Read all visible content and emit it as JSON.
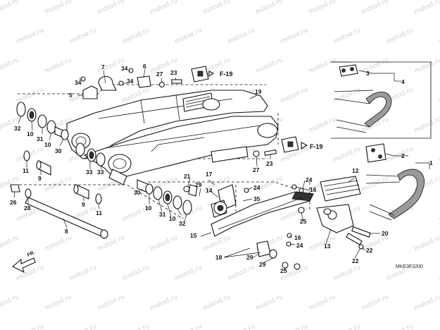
{
  "diagram_code": "MKE3F3200",
  "direction_label": "FR.",
  "watermark_text": "motod.ru",
  "section_refs": [
    "F-19",
    "F-19"
  ],
  "callouts": [
    {
      "id": "c34a",
      "text": "34"
    },
    {
      "id": "c7",
      "text": "7"
    },
    {
      "id": "c34b",
      "text": "34"
    },
    {
      "id": "c6",
      "text": "6"
    },
    {
      "id": "c34c",
      "text": "34"
    },
    {
      "id": "c27a",
      "text": "27"
    },
    {
      "id": "c23a",
      "text": "23"
    },
    {
      "id": "c5",
      "text": "5"
    },
    {
      "id": "c19",
      "text": "19"
    },
    {
      "id": "c3",
      "text": "3"
    },
    {
      "id": "c4",
      "text": "4"
    },
    {
      "id": "c32a",
      "text": "32"
    },
    {
      "id": "c10a",
      "text": "10"
    },
    {
      "id": "c31a",
      "text": "31"
    },
    {
      "id": "c10b",
      "text": "10"
    },
    {
      "id": "c30a",
      "text": "30"
    },
    {
      "id": "c11a",
      "text": "11"
    },
    {
      "id": "c9a",
      "text": "9"
    },
    {
      "id": "c33a",
      "text": "33"
    },
    {
      "id": "c33b",
      "text": "33"
    },
    {
      "id": "c27b",
      "text": "27"
    },
    {
      "id": "c23b",
      "text": "23"
    },
    {
      "id": "c2",
      "text": "2"
    },
    {
      "id": "c1",
      "text": "1"
    },
    {
      "id": "c26",
      "text": "26"
    },
    {
      "id": "c28",
      "text": "28"
    },
    {
      "id": "c9b",
      "text": "9"
    },
    {
      "id": "c11b",
      "text": "11"
    },
    {
      "id": "c8",
      "text": "8"
    },
    {
      "id": "c30b",
      "text": "30"
    },
    {
      "id": "c10c",
      "text": "10"
    },
    {
      "id": "c31b",
      "text": "31"
    },
    {
      "id": "c10d",
      "text": "10"
    },
    {
      "id": "c32b",
      "text": "32"
    },
    {
      "id": "c21",
      "text": "21"
    },
    {
      "id": "c29a",
      "text": "29"
    },
    {
      "id": "c17",
      "text": "17"
    },
    {
      "id": "c14",
      "text": "14"
    },
    {
      "id": "c24a",
      "text": "24"
    },
    {
      "id": "c35",
      "text": "35"
    },
    {
      "id": "c24b",
      "text": "24"
    },
    {
      "id": "c16a",
      "text": "16"
    },
    {
      "id": "c12",
      "text": "12"
    },
    {
      "id": "c25a",
      "text": "25"
    },
    {
      "id": "c15",
      "text": "15"
    },
    {
      "id": "c16b",
      "text": "16"
    },
    {
      "id": "c24c",
      "text": "24"
    },
    {
      "id": "c13",
      "text": "13"
    },
    {
      "id": "c20",
      "text": "20"
    },
    {
      "id": "c22a",
      "text": "22"
    },
    {
      "id": "c18",
      "text": "18"
    },
    {
      "id": "c29b",
      "text": "29"
    },
    {
      "id": "c29c",
      "text": "29"
    },
    {
      "id": "c25b",
      "text": "25"
    },
    {
      "id": "c22b",
      "text": "22"
    }
  ]
}
